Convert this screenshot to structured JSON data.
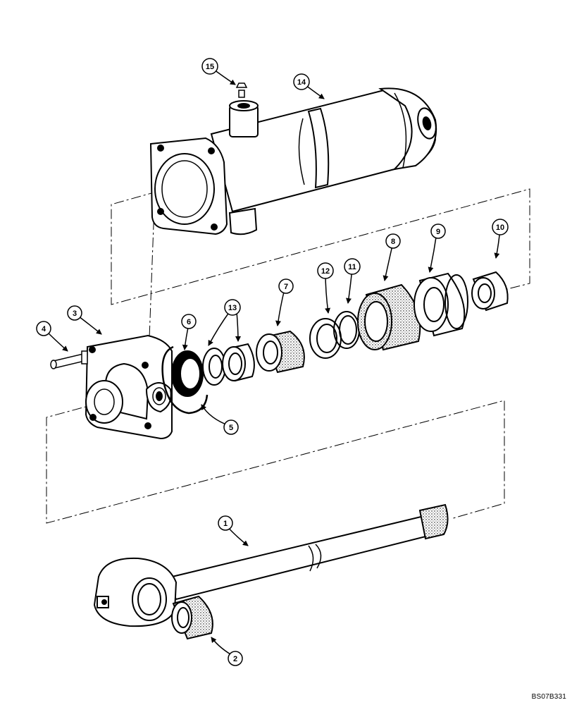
{
  "figure": {
    "reference_code": "BS07B331"
  },
  "callouts": [
    {
      "id": "c1",
      "label": "1"
    },
    {
      "id": "c2",
      "label": "2"
    },
    {
      "id": "c3",
      "label": "3"
    },
    {
      "id": "c4",
      "label": "4"
    },
    {
      "id": "c5",
      "label": "5"
    },
    {
      "id": "c6",
      "label": "6"
    },
    {
      "id": "c7",
      "label": "7"
    },
    {
      "id": "c8",
      "label": "8"
    },
    {
      "id": "c9",
      "label": "9"
    },
    {
      "id": "c10",
      "label": "10"
    },
    {
      "id": "c11",
      "label": "11"
    },
    {
      "id": "c12",
      "label": "12"
    },
    {
      "id": "c13",
      "label": "13"
    },
    {
      "id": "c14",
      "label": "14"
    },
    {
      "id": "c15",
      "label": "15"
    }
  ]
}
